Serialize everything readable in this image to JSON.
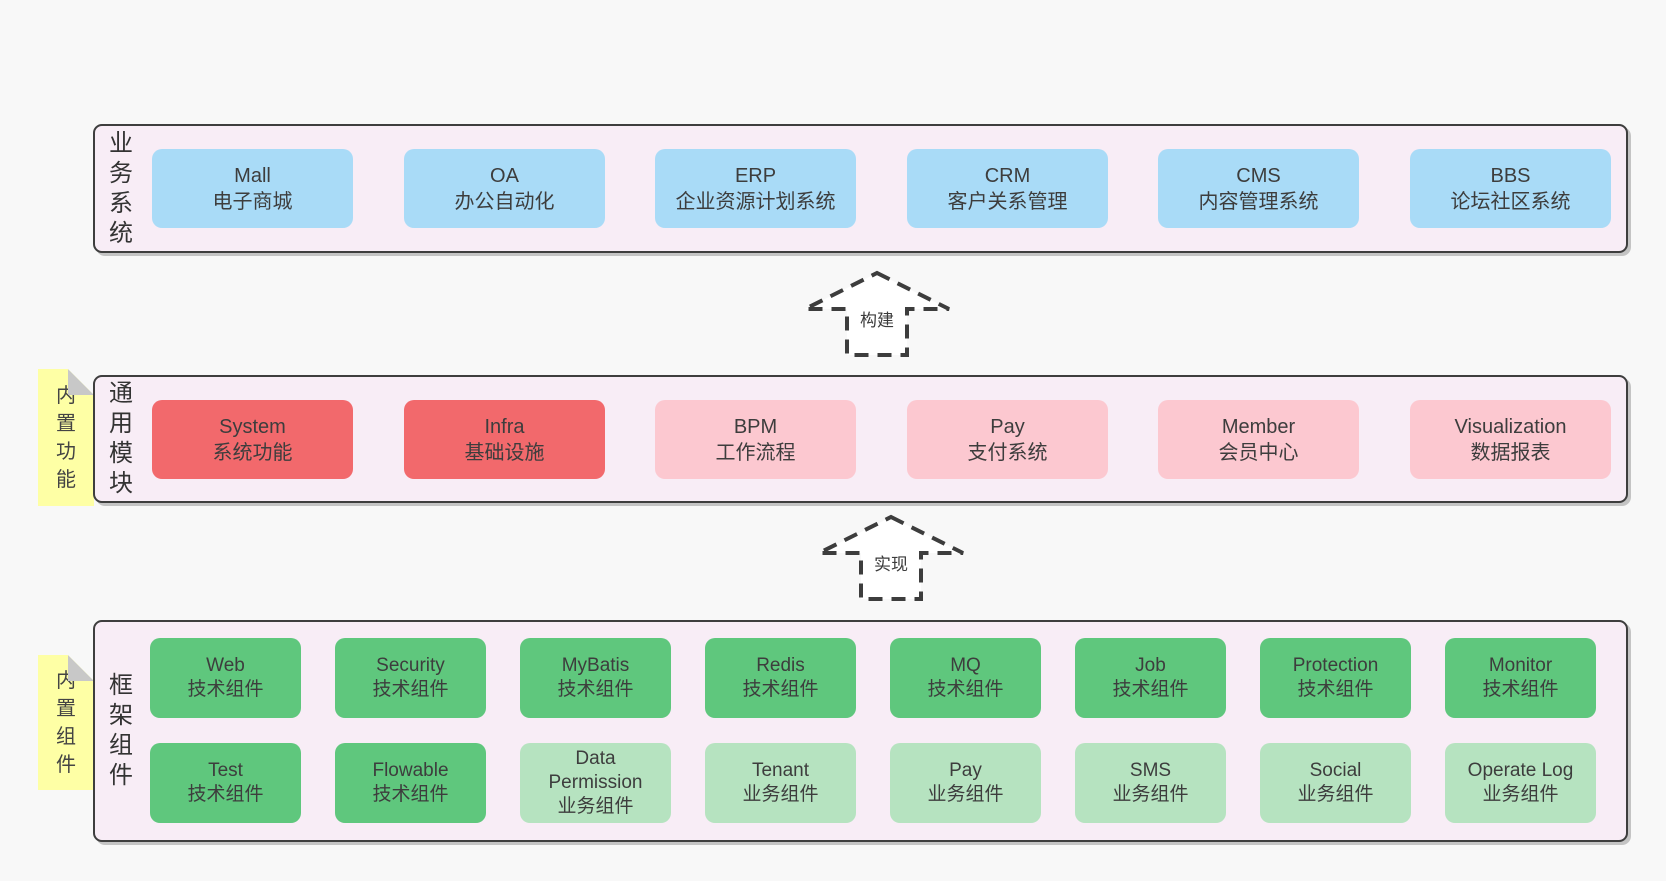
{
  "layers": {
    "business": {
      "label": "业务系统",
      "boxes": [
        {
          "name": "Mall",
          "desc": "电子商城"
        },
        {
          "name": "OA",
          "desc": "办公自动化"
        },
        {
          "name": "ERP",
          "desc": "企业资源计划系统"
        },
        {
          "name": "CRM",
          "desc": "客户关系管理"
        },
        {
          "name": "CMS",
          "desc": "内容管理系统"
        },
        {
          "name": "BBS",
          "desc": "论坛社区系统"
        }
      ]
    },
    "modules": {
      "label": "通用模块",
      "note": "内置功能",
      "boxes": [
        {
          "name": "System",
          "desc": "系统功能",
          "variant": "red"
        },
        {
          "name": "Infra",
          "desc": "基础设施",
          "variant": "red"
        },
        {
          "name": "BPM",
          "desc": "工作流程",
          "variant": "pink"
        },
        {
          "name": "Pay",
          "desc": "支付系统",
          "variant": "pink"
        },
        {
          "name": "Member",
          "desc": "会员中心",
          "variant": "pink"
        },
        {
          "name": "Visualization",
          "desc": "数据报表",
          "variant": "pink"
        }
      ]
    },
    "components": {
      "label": "框架组件",
      "note": "内置组件",
      "row1": [
        {
          "name": "Web",
          "desc": "技术组件",
          "variant": "green"
        },
        {
          "name": "Security",
          "desc": "技术组件",
          "variant": "green"
        },
        {
          "name": "MyBatis",
          "desc": "技术组件",
          "variant": "green"
        },
        {
          "name": "Redis",
          "desc": "技术组件",
          "variant": "green"
        },
        {
          "name": "MQ",
          "desc": "技术组件",
          "variant": "green"
        },
        {
          "name": "Job",
          "desc": "技术组件",
          "variant": "green"
        },
        {
          "name": "Protection",
          "desc": "技术组件",
          "variant": "green"
        },
        {
          "name": "Monitor",
          "desc": "技术组件",
          "variant": "green"
        }
      ],
      "row2": [
        {
          "name": "Test",
          "desc": "技术组件",
          "variant": "green"
        },
        {
          "name": "Flowable",
          "desc": "技术组件",
          "variant": "green"
        },
        {
          "name": "Data Permission",
          "desc": "业务组件",
          "variant": "lightgreen"
        },
        {
          "name": "Tenant",
          "desc": "业务组件",
          "variant": "lightgreen"
        },
        {
          "name": "Pay",
          "desc": "业务组件",
          "variant": "lightgreen"
        },
        {
          "name": "SMS",
          "desc": "业务组件",
          "variant": "lightgreen"
        },
        {
          "name": "Social",
          "desc": "业务组件",
          "variant": "lightgreen"
        },
        {
          "name": "Operate Log",
          "desc": "业务组件",
          "variant": "lightgreen"
        }
      ]
    }
  },
  "arrows": {
    "build": "构建",
    "implement": "实现"
  },
  "colors": {
    "page_background": "#f8f8f8",
    "panel_background": "#f8edf6",
    "panel_border": "#3e3e3e",
    "blue_box": "#a9dbf7",
    "red_box": "#f2696c",
    "pink_box": "#fcc8d0",
    "green_box": "#5fc77d",
    "light_green_box": "#b6e3c0",
    "note_yellow": "#feffa5",
    "note_fold_gray": "#c8c8c8",
    "text": "#3d3d3d"
  }
}
